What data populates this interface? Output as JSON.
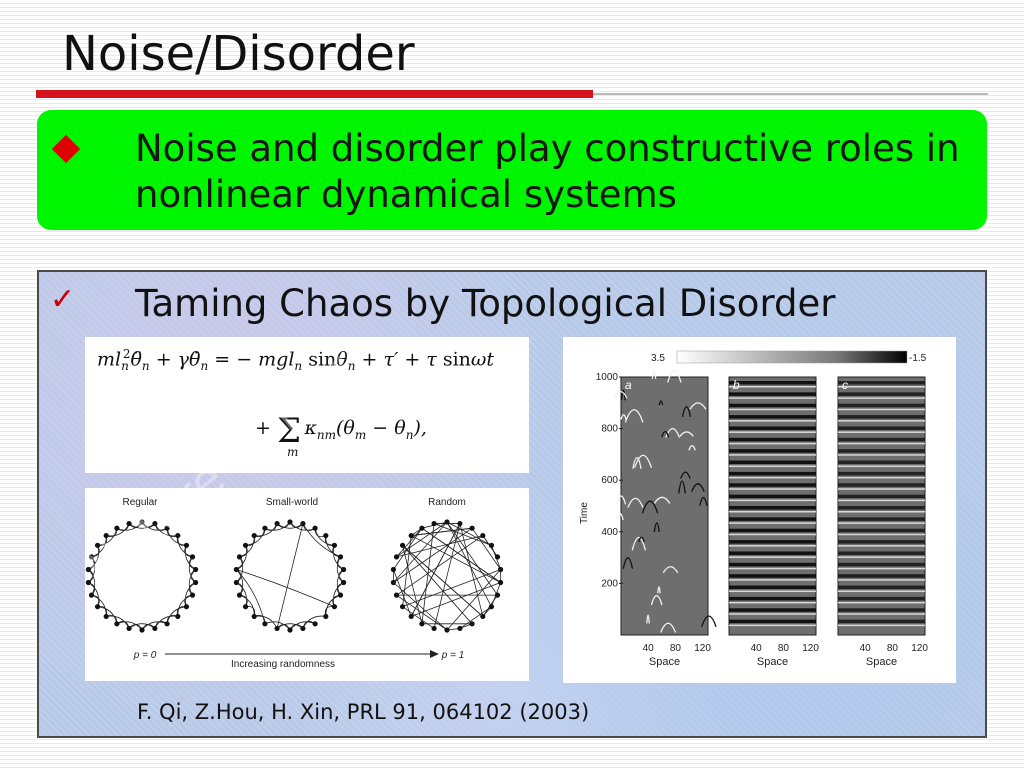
{
  "slide": {
    "title": "Noise/Disorder",
    "bullet_main": "Noise and disorder play constructive roles in nonlinear dynamical systems",
    "panel_heading": "Taming Chaos by Topological Disorder",
    "citation": "F. Qi, Z.Hou, H. Xin, PRL 91, 064102 (2003)",
    "watermark": "Nature © Mac"
  },
  "equation": {
    "line1_lhs": "ml",
    "line1_rhs": "= − mgl",
    "line2": "+ Σ κ"
  },
  "networks": {
    "labels": [
      "Regular",
      "Small-world",
      "Random"
    ],
    "p_left": "p = 0",
    "p_right": "p = 1",
    "arrow_label": "Increasing randomness"
  },
  "spacetime": {
    "colorbar_max": "3.5",
    "colorbar_min": "-1.5",
    "ylabel": "Time",
    "xlabel": "Space",
    "yticks": [
      "1000",
      "800",
      "600",
      "400",
      "200"
    ],
    "xticks": [
      "40",
      "80",
      "120"
    ],
    "panel_labels": [
      "a",
      "b",
      "c"
    ]
  },
  "colors": {
    "title_rule": "#d6121d",
    "bullet_box": "#00f500",
    "diamond": "#e00000",
    "check": "#cc0000"
  }
}
